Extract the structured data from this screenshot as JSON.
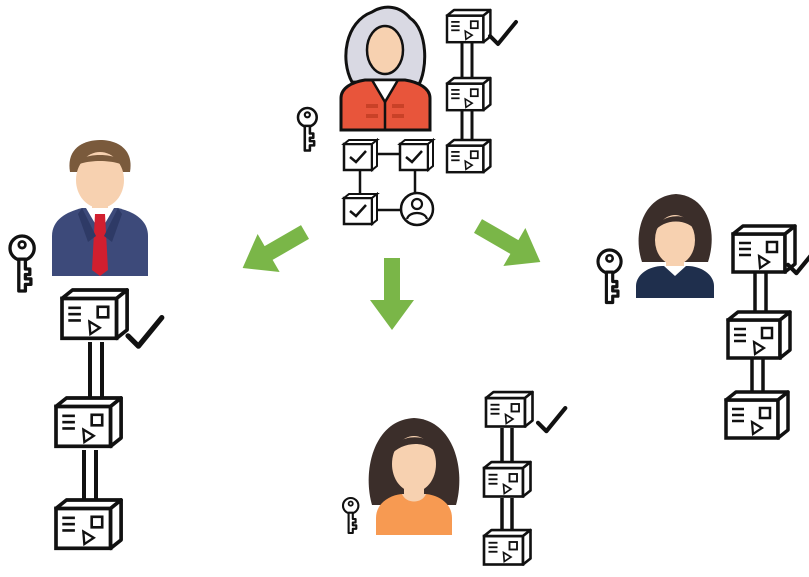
{
  "diagram": {
    "central_authority": {
      "name": "judge",
      "icons": [
        "judge-icon",
        "key-icon",
        "blockchain-icon",
        "network-icon"
      ]
    },
    "participants": [
      {
        "name": "participant-man",
        "avatar": "businessman-icon",
        "icons": [
          "key-icon",
          "blockchain-icon"
        ]
      },
      {
        "name": "participant-woman-bottom",
        "avatar": "woman-icon",
        "icons": [
          "key-icon",
          "blockchain-icon"
        ]
      },
      {
        "name": "participant-woman-right",
        "avatar": "woman-icon",
        "icons": [
          "key-icon",
          "blockchain-icon"
        ]
      }
    ],
    "arrows": [
      {
        "from": "central_authority",
        "to": "participant-man"
      },
      {
        "from": "central_authority",
        "to": "participant-woman-bottom"
      },
      {
        "from": "central_authority",
        "to": "participant-woman-right"
      }
    ],
    "colors": {
      "arrow": "#7ab648",
      "robe": "#e8553b",
      "robe_dark": "#c94127",
      "wig": "#d9d9e3",
      "skin": "#f7d1b0",
      "suit": "#3d4a7a",
      "tie": "#d11f2f",
      "hair_man": "#7a5a3c",
      "hair_woman": "#3b2e2a",
      "orange_top": "#f79a52",
      "navy_top": "#1f2f4d",
      "outline": "#111111"
    }
  }
}
